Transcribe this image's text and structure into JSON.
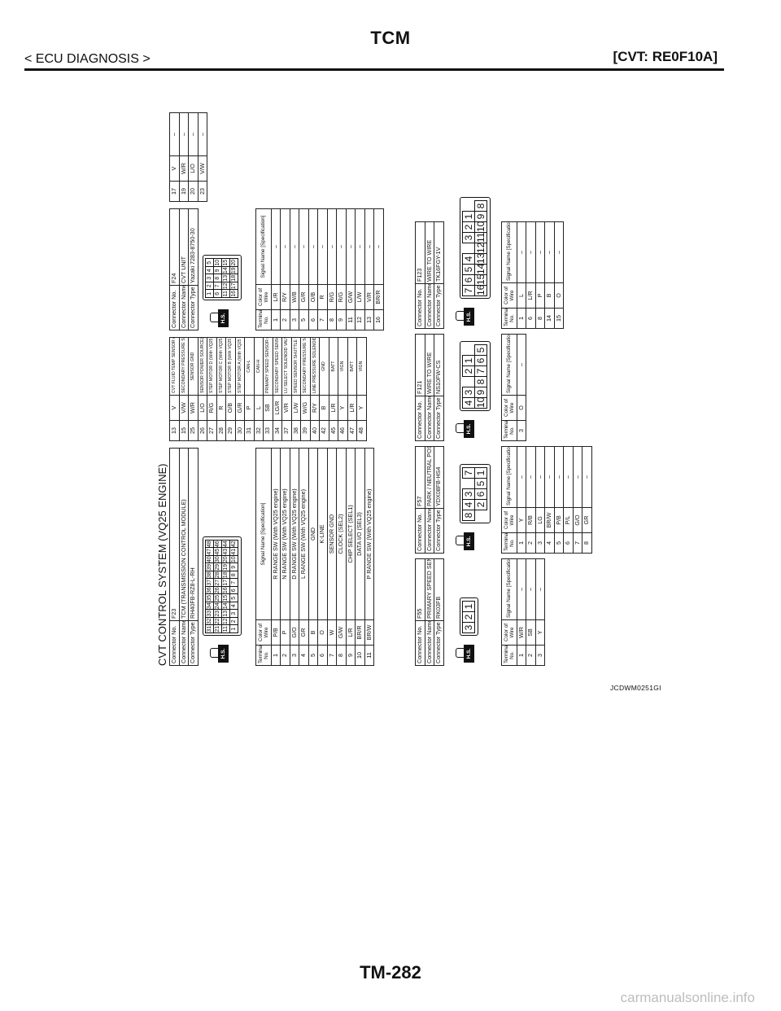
{
  "header": {
    "title": "TCM",
    "section": "< ECU DIAGNOSIS >",
    "transmission": "[CVT: RE0F10A]"
  },
  "sheet": {
    "title": "CVT CONTROL SYSTEM (VQ25 ENGINE)",
    "labels": {
      "connector_no": "Connector No.",
      "connector_name": "Connector Name",
      "connector_type": "Connector Type",
      "terminal_no": "Terminal No.",
      "color_of_wire": "Color of Wire",
      "signal_name": "Signal Name [Specification]",
      "hs": "H.S."
    },
    "connectors": [
      {
        "id": "F23",
        "no": "F23",
        "name": "TCM (TRANSMISSION CONTROL MODULE)",
        "type": "RH40FB-RZ8-L-RH",
        "pins": [
          [
            "1",
            "P/B",
            "R RANGE SW (With VQ25 engine)"
          ],
          [
            "2",
            "P",
            "N RANGE SW (With VQ25 engine)"
          ],
          [
            "3",
            "G/O",
            "D RANGE SW (With VQ25 engine)"
          ],
          [
            "4",
            "GR",
            "L RANGE SW (With VQ25 engine)"
          ],
          [
            "5",
            "B",
            "GND"
          ],
          [
            "6",
            "O",
            "K-LINE"
          ],
          [
            "7",
            "W",
            "SENSOR GND"
          ],
          [
            "8",
            "G/W",
            "CLOCK (SEL2)"
          ],
          [
            "9",
            "L/R",
            "CHIP SELECT (SEL1)"
          ],
          [
            "10",
            "BR/R",
            "DATA I/O (SEL3)"
          ],
          [
            "11",
            "BR/W",
            "P RANGE SW (With VQ25 engine)"
          ]
        ],
        "pins_b": [
          [
            "13",
            "V",
            "CVT FLUID TEMP SENSOR (With VQ25 engine)"
          ],
          [
            "15",
            "V/W",
            "SECONDARY PRESSURE SENSOR (With VQ25 engine)"
          ],
          [
            "25",
            "W/R",
            "SENSOR GND"
          ],
          [
            "26",
            "L/O",
            "SENSOR POWER SOURCE(5V)"
          ],
          [
            "27",
            "R/G",
            "STEP MOTOR D (With VQ25 engine)"
          ],
          [
            "28",
            "R",
            "STEP MOTOR C (With VQ25 engine)"
          ],
          [
            "29",
            "O/B",
            "STEP MOTOR B (With VQ25 engine)"
          ],
          [
            "30",
            "G/R",
            "STEP MOTOR A (With VQ25 engine)"
          ],
          [
            "31",
            "P",
            "CAN-L"
          ],
          [
            "32",
            "L",
            "CAN-H"
          ],
          [
            "33",
            "SB",
            "PRIMARY SPEED SENSOR (With VQ25 engine)"
          ],
          [
            "34",
            "LG/R",
            "SECONDARY SPEED SENSOR (With VQ25 engine)"
          ],
          [
            "37",
            "V/R",
            "LU SELECT SOLENOID VALVE (With VQ25 engine)"
          ],
          [
            "38",
            "L/W",
            "SPEED SENSOR SHUTTLE CUTOFF SOLENOID VALVE (With VQ25 engine)"
          ],
          [
            "39",
            "W/G",
            "SECONDARY PRESSURE SOLENOID VALVE (With VQ25 engine)"
          ],
          [
            "40",
            "R/Y",
            "LINE PRESSURE SOLENOID VALVE (With VQ25 engine)"
          ],
          [
            "42",
            "B",
            "GND"
          ],
          [
            "45",
            "L/R",
            "BATT"
          ],
          [
            "46",
            "Y",
            "VIGN"
          ],
          [
            "47",
            "L/R",
            "BATT"
          ],
          [
            "48",
            "Y",
            "VIGN"
          ]
        ],
        "grid_rows": [
          [
            "31",
            "32",
            "33",
            "34",
            "35",
            "36",
            "37",
            "38",
            "39",
            "40",
            "47",
            "48"
          ],
          [
            "21",
            "22",
            "23",
            "24",
            "25",
            "26",
            "27",
            "28",
            "29",
            "30",
            "45",
            "46"
          ],
          [
            "11",
            "12",
            "13",
            "14",
            "15",
            "16",
            "17",
            "18",
            "19",
            "20",
            "43",
            "44"
          ],
          [
            "1",
            "2",
            "3",
            "4",
            "5",
            "6",
            "7",
            "8",
            "9",
            "10",
            "41",
            "42"
          ]
        ]
      },
      {
        "id": "F24",
        "no": "F24",
        "name": "CVT UNIT",
        "type": "Yazaki 7283-8750-30",
        "pins": [
          [
            "1",
            "L/R",
            "–"
          ],
          [
            "2",
            "R/Y",
            "–"
          ],
          [
            "3",
            "W/B",
            "–"
          ],
          [
            "5",
            "G/R",
            "–"
          ],
          [
            "6",
            "O/B",
            "–"
          ],
          [
            "7",
            "R",
            "–"
          ],
          [
            "8",
            "R/G",
            "–"
          ],
          [
            "9",
            "R/G",
            "–"
          ],
          [
            "11",
            "G/W",
            "–"
          ],
          [
            "12",
            "L/W",
            "–"
          ],
          [
            "13",
            "V/R",
            "–"
          ],
          [
            "16",
            "BR/R",
            "–"
          ],
          [
            "17",
            "V",
            "–"
          ],
          [
            "19",
            "W/R",
            "–"
          ],
          [
            "20",
            "L/O",
            "–"
          ],
          [
            "23",
            "V/W",
            "–"
          ]
        ],
        "grid_rows": [
          [
            "1",
            "2",
            "3",
            "4",
            "5"
          ],
          [
            "6",
            "7",
            "8",
            "9",
            "10"
          ],
          [
            "11",
            "12",
            "13",
            "14",
            "15"
          ],
          [
            "16",
            "17",
            "18",
            "19",
            "20"
          ]
        ]
      },
      {
        "id": "F55",
        "no": "F55",
        "name": "PRIMARY SPEED SENSOR",
        "type": "RK03FB",
        "pins": [
          [
            "1",
            "W/R",
            "–"
          ],
          [
            "2",
            "SB",
            "–"
          ],
          [
            "3",
            "Y",
            "–"
          ]
        ],
        "grid_rows": [
          [
            "3",
            "2",
            "1"
          ]
        ]
      },
      {
        "id": "F57",
        "no": "F57",
        "name": "PARK / NEUTRAL POSITION SWITCH",
        "type": "YDX08FB-HS4",
        "pins": [
          [
            "1",
            "Y",
            "–"
          ],
          [
            "2",
            "R/B",
            "–"
          ],
          [
            "3",
            "LG",
            "–"
          ],
          [
            "4",
            "BR/W",
            "–"
          ],
          [
            "5",
            "P/B",
            "–"
          ],
          [
            "6",
            "P/L",
            "–"
          ],
          [
            "7",
            "G/O",
            "–"
          ],
          [
            "8",
            "GR",
            "–"
          ]
        ],
        "grid_rows": [
          [
            "8",
            "4",
            "3",
            "",
            "7"
          ],
          [
            "",
            "2",
            "6",
            "5",
            "1"
          ]
        ]
      },
      {
        "id": "F121",
        "no": "F121",
        "name": "WIRE TO WIRE",
        "type": "NS10FW-CS",
        "pins": [
          [
            "3",
            "O",
            "–"
          ]
        ],
        "grid_rows": [
          [
            "4",
            "3",
            "",
            "2",
            "1"
          ],
          [
            "10",
            "9",
            "8",
            "7",
            "6",
            "5"
          ]
        ]
      },
      {
        "id": "F123",
        "no": "F123",
        "name": "WIRE TO WIRE",
        "type": "TK16FGY-1V",
        "pins": [
          [
            "1",
            "L",
            "–"
          ],
          [
            "6",
            "L/R",
            "–"
          ],
          [
            "8",
            "P",
            "–"
          ],
          [
            "14",
            "B",
            "–"
          ],
          [
            "15",
            "O",
            "–"
          ]
        ],
        "grid_rows": [
          [
            "7",
            "6",
            "5",
            "4",
            "",
            "3",
            "2",
            "1"
          ],
          [
            "16",
            "15",
            "14",
            "13",
            "12",
            "11",
            "10",
            "9",
            "8"
          ]
        ]
      }
    ],
    "figure_code": "JCDWM0251GI"
  },
  "page_number": "TM-282",
  "watermark": "carmanualsonline.info"
}
